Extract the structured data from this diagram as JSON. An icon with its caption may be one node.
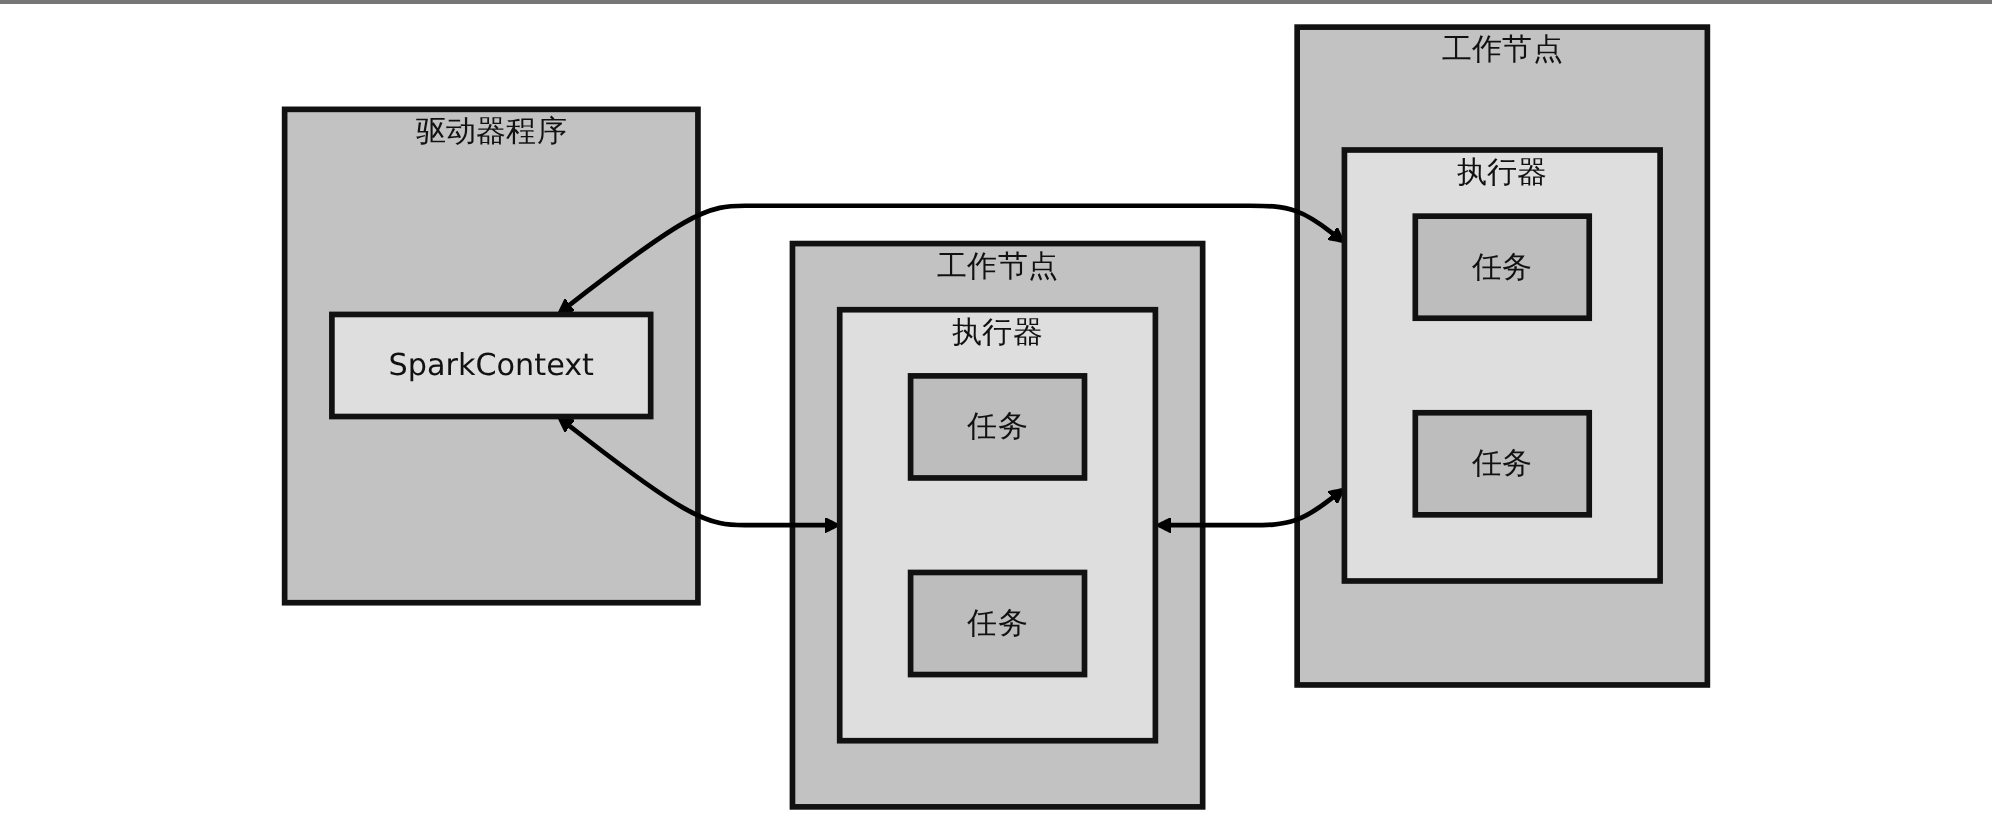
{
  "diagram": {
    "nodes": [
      {
        "text": [
          "驱动器程序"
        ]
      },
      {
        "text": [
          "SparkContext"
        ],
        "in": 0
      },
      {
        "text": [
          "工作节点"
        ]
      },
      {
        "text": [
          "执行器"
        ],
        "in": 2
      },
      {
        "text": [
          "任务"
        ],
        "in": 3
      },
      {
        "text": [
          "任务"
        ],
        "in": 3
      },
      {
        "text": [
          "工作节点"
        ]
      },
      {
        "text": [
          "执行器"
        ],
        "in": 6
      },
      {
        "text": [
          "任务"
        ],
        "in": 7
      },
      {
        "text": [
          "任务"
        ],
        "in": 7
      }
    ],
    "edges": [
      {
        "from": 1,
        "to": 3,
        "arrow": "both"
      },
      {
        "from": 1,
        "to": 7,
        "arrow": "both"
      },
      {
        "from": 3,
        "to": 7,
        "arrow": "both"
      }
    ]
  }
}
